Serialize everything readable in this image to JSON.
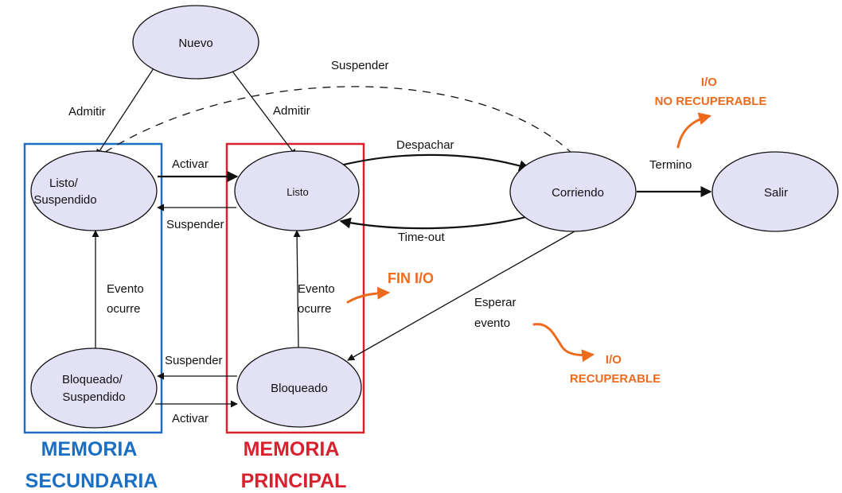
{
  "nodes": {
    "nuevo": "Nuevo",
    "listo_suspendido": [
      "Listo/",
      "Suspendido"
    ],
    "listo": "Listo",
    "corriendo": "Corriendo",
    "salir": "Salir",
    "bloqueado_suspendido": [
      "Bloqueado/",
      "Suspendido"
    ],
    "bloqueado": "Bloqueado"
  },
  "edges": {
    "admitir_left": "Admitir",
    "admitir_right": "Admitir",
    "suspender_top": "Suspender",
    "activar_top": "Activar",
    "suspender_mid": "Suspender",
    "despachar": "Despachar",
    "time_out": "Time-out",
    "termino": "Termino",
    "evento_ocurre_left": [
      "Evento",
      "ocurre"
    ],
    "evento_ocurre_mid": [
      "Evento",
      "ocurre"
    ],
    "esperar_evento": [
      "Esperar",
      "evento"
    ],
    "suspender_bottom": "Suspender",
    "activar_bottom": "Activar"
  },
  "annotations": {
    "io_no_recuperable": [
      "I/O",
      "NO RECUPERABLE"
    ],
    "fin_io": "FIN I/O",
    "io_recuperable": [
      "I/O",
      "RECUPERABLE"
    ]
  },
  "regions": {
    "secundaria": [
      "MEMORIA",
      "SECUNDARIA"
    ],
    "principal": [
      "MEMORIA",
      "PRINCIPAL"
    ]
  },
  "colors": {
    "node_fill": "#e3e1f5",
    "secundaria": "#1a6fc4",
    "principal": "#d9212e",
    "annotation": "#ee6a1c"
  }
}
